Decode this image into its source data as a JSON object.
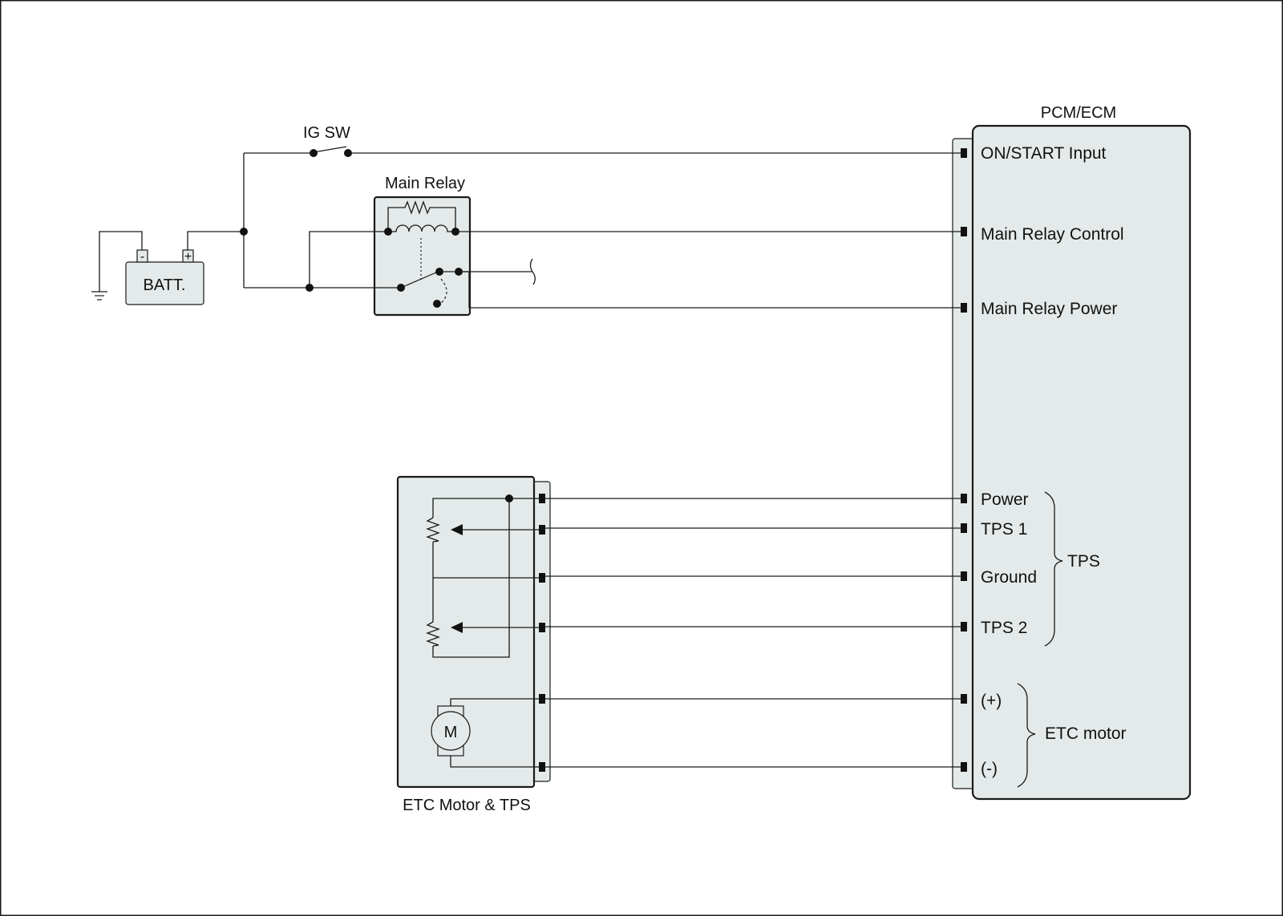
{
  "colors": {
    "module_fill": "#e4eaea",
    "line": "#1a1a1a",
    "background": "#ffffff"
  },
  "pcm": {
    "title": "PCM/ECM",
    "pins": {
      "on_start": "ON/START Input",
      "main_relay_control": "Main Relay Control",
      "main_relay_power": "Main Relay Power",
      "power": "Power",
      "tps1": "TPS 1",
      "ground": "Ground",
      "tps2": "TPS 2",
      "motor_plus": "(+)",
      "motor_minus": "(-)"
    },
    "groups": {
      "tps": "TPS",
      "etc_motor": "ETC motor"
    }
  },
  "ig_switch": {
    "label": "IG SW"
  },
  "main_relay": {
    "label": "Main Relay"
  },
  "battery": {
    "label": "BATT.",
    "minus": "-",
    "plus": "+"
  },
  "etc_module": {
    "label": "ETC Motor & TPS",
    "motor_symbol": "M"
  },
  "icons": [
    "ground-symbol-icon",
    "resistor-icon",
    "coil-icon",
    "potentiometer-icon",
    "motor-icon",
    "wire-break-icon"
  ]
}
